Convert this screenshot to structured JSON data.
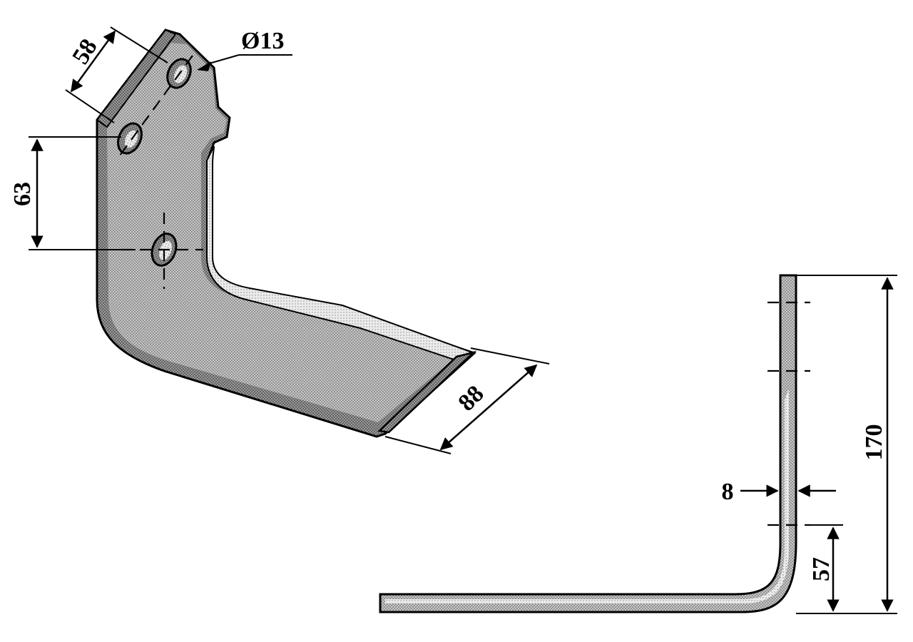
{
  "dimensions": {
    "hole_diameter": "Ø13",
    "width_top": "58",
    "hole_spacing": "63",
    "blade_width": "88",
    "thickness": "8",
    "bend_height": "57",
    "total_height": "170"
  },
  "colors": {
    "line": "#000000",
    "background": "#ffffff",
    "fill_face": "#bdbdbd",
    "fill_edge": "#8c8c8c",
    "fill_flat": "#e4e4e4"
  }
}
